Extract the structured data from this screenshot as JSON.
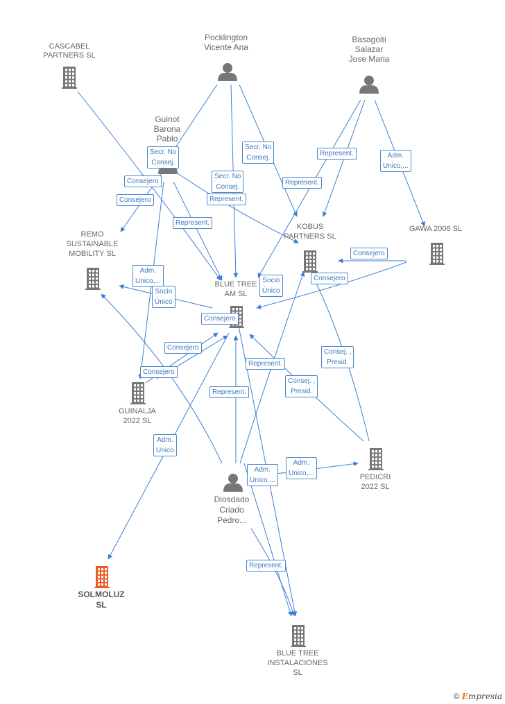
{
  "nodes": {
    "cascabel": {
      "label": "CASCABEL\nPARTNERS SL",
      "type": "company"
    },
    "pocklington": {
      "label": "Pocklington\nVicente Ana",
      "type": "person"
    },
    "basagoiti": {
      "label": "Basagoiti\nSalazar\nJose Maria",
      "type": "person"
    },
    "guinot": {
      "label": "Guinot\nBarona\nPablo",
      "type": "person"
    },
    "remo": {
      "label": "REMO\nSUSTAINABLE\nMOBILITY SL",
      "type": "company"
    },
    "kobus": {
      "label": "KOBUS\nPARTNERS SL",
      "type": "company"
    },
    "gawa": {
      "label": "GAWA 2006 SL",
      "type": "company"
    },
    "bluetree_am": {
      "label": "BLUE TREE\nAM SL",
      "type": "company"
    },
    "guinalja": {
      "label": "GUINALJA\n2022 SL",
      "type": "company"
    },
    "pedicri": {
      "label": "PEDICRI\n2022 SL",
      "type": "company"
    },
    "diosdado": {
      "label": "Diosdado\nCriado\nPedro...",
      "type": "person"
    },
    "solmoluz": {
      "label": "SOLMOLUZ\nSL",
      "type": "company",
      "highlight": true
    },
    "bluetree_inst": {
      "label": "BLUE TREE\nINSTALACIONES\nSL",
      "type": "company"
    }
  },
  "edge_labels": [
    {
      "id": "e1",
      "text": "Secr. No\nConsej."
    },
    {
      "id": "e2",
      "text": "Consejero"
    },
    {
      "id": "e3",
      "text": "Consejero"
    },
    {
      "id": "e4",
      "text": "Secr. No\nConsej."
    },
    {
      "id": "e5",
      "text": "Represent."
    },
    {
      "id": "e6",
      "text": "Represent."
    },
    {
      "id": "e7",
      "text": "Secr. No\nConsej."
    },
    {
      "id": "e8",
      "text": "Represent."
    },
    {
      "id": "e9",
      "text": "Represent."
    },
    {
      "id": "e10",
      "text": "Adm.\nUnico,..."
    },
    {
      "id": "e11",
      "text": "Consejero"
    },
    {
      "id": "e12",
      "text": "Adm.\nUnico,..."
    },
    {
      "id": "e13",
      "text": "Socio\nÚnico"
    },
    {
      "id": "e14",
      "text": "Socio\nÚnico"
    },
    {
      "id": "e15",
      "text": "Consejero"
    },
    {
      "id": "e16",
      "text": "Consejero"
    },
    {
      "id": "e17",
      "text": "Consejero"
    },
    {
      "id": "e18",
      "text": "Consejero"
    },
    {
      "id": "e19",
      "text": "Represent."
    },
    {
      "id": "e20",
      "text": "Consej. ,\nPresid."
    },
    {
      "id": "e21",
      "text": "Represent."
    },
    {
      "id": "e22",
      "text": "Consej. ,\nPresid."
    },
    {
      "id": "e23",
      "text": "Adm.\nUnico"
    },
    {
      "id": "e24",
      "text": "Adm.\nUnico,..."
    },
    {
      "id": "e25",
      "text": "Adm.\nUnico,..."
    },
    {
      "id": "e26",
      "text": "Represent."
    }
  ],
  "colors": {
    "edge": "#3a7fd5",
    "icon": "#777777",
    "highlight": "#f05a28"
  },
  "footer": {
    "copyright": "©",
    "brand_e": "E",
    "brand_rest": "mpresia"
  }
}
